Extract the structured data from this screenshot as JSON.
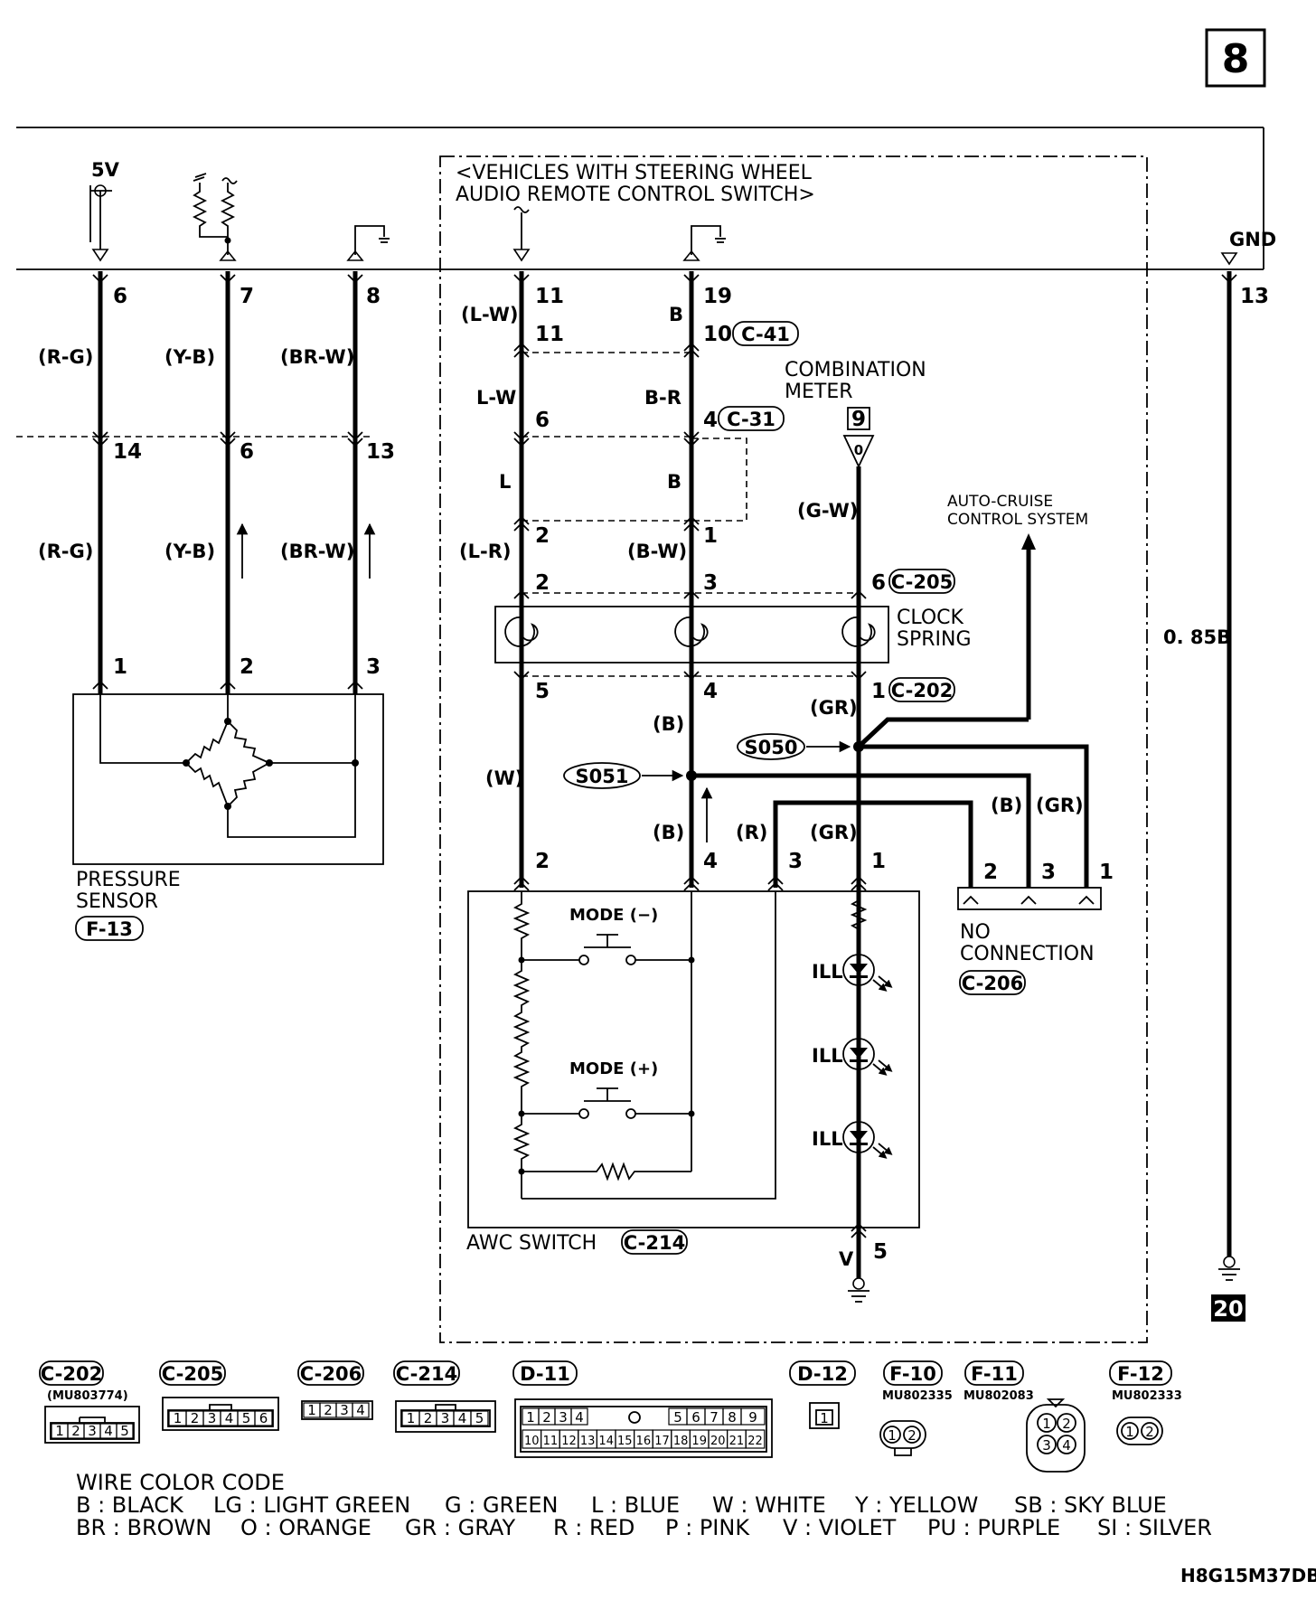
{
  "page_number": "8",
  "ref_code": "H8G15M37DB",
  "page_ref": "20",
  "labels": {
    "v5": "5V",
    "gnd": "GND",
    "option_line1": "<VEHICLES WITH STEERING WHEEL",
    "option_line2": "AUDIO REMOTE CONTROL SWITCH>",
    "combination_meter_1": "COMBINATION",
    "combination_meter_2": "METER",
    "auto_cruise_1": "AUTO-CRUISE",
    "auto_cruise_2": "CONTROL SYSTEM",
    "clock_spring_1": "CLOCK",
    "clock_spring_2": "SPRING",
    "ground_wire": "0. 85B",
    "pressure_sensor_1": "PRESSURE",
    "pressure_sensor_2": "SENSOR",
    "no_connection_1": "NO",
    "no_connection_2": "CONNECTION",
    "awc_switch": "AWC SWITCH",
    "mode_minus": "MODE (−)",
    "mode_plus": "MODE (+)",
    "ill": "ILL",
    "v": "V",
    "meter_pin_top": "9",
    "meter_pin_bot": "0"
  },
  "splices": {
    "s050": "S050",
    "s051": "S051"
  },
  "connectors": {
    "c41": "C-41",
    "c31": "C-31",
    "c205": "C-205",
    "c202": "C-202",
    "c206": "C-206",
    "c214": "C-214",
    "f13": "F-13"
  },
  "pins": {
    "p6": "6",
    "p7": "7",
    "p8": "8",
    "p11": "11",
    "p19": "19",
    "p13": "13",
    "q11": "11",
    "q10": "10",
    "r14": "14",
    "r6": "6",
    "r13": "13",
    "r6b": "6",
    "r4": "4",
    "s2": "2",
    "s1": "1",
    "t2": "2",
    "t3": "3",
    "t6": "6",
    "u1": "1",
    "u2": "2",
    "u3": "3",
    "v5": "5",
    "v4": "4",
    "v1": "1",
    "x2": "2",
    "x4": "4",
    "x3": "3",
    "x1": "1",
    "n2": "2",
    "n3": "3",
    "n1": "1",
    "g5": "5"
  },
  "wire_colors": {
    "rg1": "(R-G)",
    "yb1": "(Y-B)",
    "brw1": "(BR-W)",
    "rg2": "(R-G)",
    "yb2": "(Y-B)",
    "brw2": "(BR-W)",
    "lw1": "(L-W)",
    "b1": "B",
    "lw2": "L-W",
    "br2": "B-R",
    "l3": "L",
    "b3": "B",
    "lr4": "(L-R)",
    "bw4": "(B-W)",
    "gw": "(G-W)",
    "b5": "(B)",
    "gr5": "(GR)",
    "w6": "(W)",
    "b6": "(B)",
    "r6": "(R)",
    "gr6": "(GR)",
    "b7": "(B)",
    "gr7": "(GR)"
  },
  "bottom_connectors": {
    "c202": {
      "name": "C-202",
      "part": "(MU803774)",
      "pins": [
        "1",
        "2",
        "3",
        "4",
        "5"
      ]
    },
    "c205": {
      "name": "C-205",
      "pins": [
        "1",
        "2",
        "3",
        "4",
        "5",
        "6"
      ]
    },
    "c206": {
      "name": "C-206",
      "pins": [
        "1",
        "2",
        "3",
        "4"
      ]
    },
    "c214": {
      "name": "C-214",
      "pins": [
        "1",
        "2",
        "3",
        "4",
        "5"
      ]
    },
    "d11": {
      "name": "D-11",
      "row1": [
        "1",
        "2",
        "3",
        "4",
        "5",
        "6",
        "7",
        "8",
        "9"
      ],
      "row2": [
        "10",
        "11",
        "12",
        "13",
        "14",
        "15",
        "16",
        "17",
        "18",
        "19",
        "20",
        "21",
        "22"
      ]
    },
    "d12": {
      "name": "D-12",
      "pins": [
        "1"
      ]
    },
    "f10": {
      "name": "F-10",
      "part": "MU802335",
      "pins": [
        "1",
        "2"
      ]
    },
    "f11": {
      "name": "F-11",
      "part": "MU802083",
      "pins": [
        "1",
        "2",
        "3",
        "4"
      ]
    },
    "f12": {
      "name": "F-12",
      "part": "MU802333",
      "pins": [
        "1",
        "2"
      ]
    }
  },
  "legend": {
    "title": "WIRE COLOR CODE",
    "line1": [
      "B : BLACK",
      "LG : LIGHT GREEN",
      "G : GREEN",
      "L : BLUE",
      "W : WHITE",
      "Y : YELLOW",
      "SB : SKY BLUE"
    ],
    "line2": [
      "BR : BROWN",
      "O : ORANGE",
      "GR : GRAY",
      "R : RED",
      "P : PINK",
      "V : VIOLET",
      "PU : PURPLE",
      "SI : SILVER"
    ]
  }
}
